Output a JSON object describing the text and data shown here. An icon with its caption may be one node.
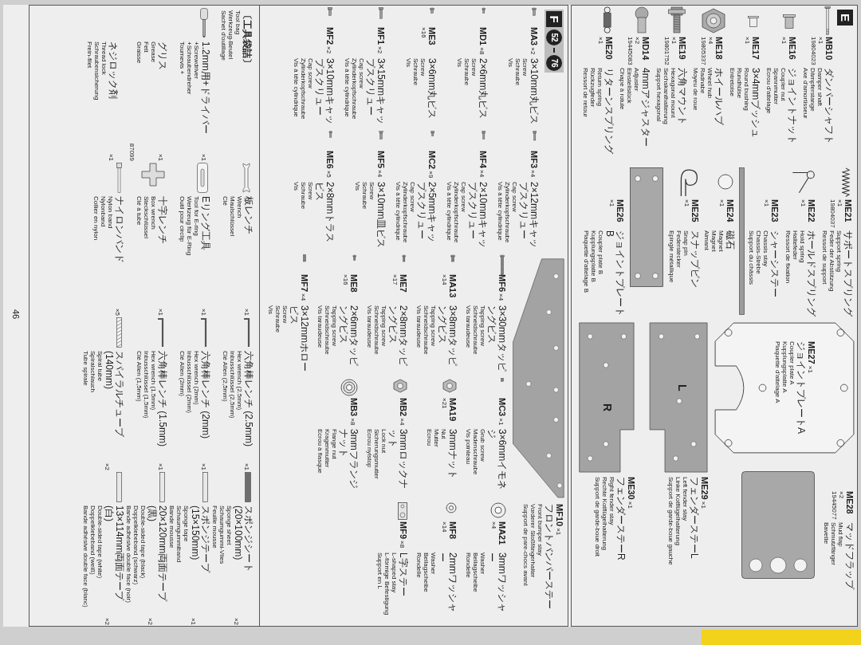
{
  "diagram": {
    "nodes": [
      {
        "text": [
          "E"
        ]
      },
      {
        "text": [
          "F",
          "52",
          "76"
        ]
      },
      {
        "text": [
          "〔工具袋詰〕",
          "Tool bag",
          "Werkzeug-Beutel",
          "Sachet d'outillage"
        ],
        "in": 1
      }
    ],
    "labels": [
      "MB10",
      "×1",
      "19804023",
      "ダンパーシャフト",
      "Damper shaft",
      "Dämpferstange",
      "Axe d'amortisseur",
      "ME16",
      "×1",
      "ジョイントナット",
      "Coupler nut",
      "Spannmutter",
      "Ecrou d'attelage",
      "ME17",
      "×1",
      "3×4mmブッシュ",
      "Round bushing",
      "Rundhülse",
      "Entretoise",
      "ME18",
      "×4",
      "19805337",
      "ホイールハブ",
      "Wheel hub",
      "Radnabe",
      "Moyeu de roue",
      "ME19",
      "×1",
      "19801752",
      "六角マウント",
      "Hexagonal mount",
      "Sechskanthalterung",
      "Support hexagonal",
      "MD14",
      "×2",
      "19445083",
      "4mmアジャスター",
      "Adjuster",
      "Einstellstück",
      "Chape à rotule",
      "ME20",
      "×1",
      "リターンスプリング",
      "Return spring",
      "Rückzugfeder",
      "Ressort de retour",
      "ME21",
      "×1",
      "19804037",
      "サポートスプリング",
      "Support spring",
      "Feder der Abstützung",
      "Ressort de support",
      "ME22",
      "×1",
      "ホールドスプリング",
      "Hold spring",
      "Haltefeder",
      "Ressort de fixation",
      "ME23",
      "×1",
      "シャーシステー",
      "Chassis stay",
      "Chassis-Strebe",
      "Support du châssis",
      "ME24",
      "×1",
      "磁石",
      "Magnet",
      "Magnet",
      "Aimant",
      "ME25",
      "×1",
      "スナップピン",
      "Snap pin",
      "Federstecker",
      "Epingle métallique",
      "ME26",
      "×1",
      "ジョイントプレートB",
      "Coupler plate B",
      "Kupplungsplatte B",
      "Plaquette d'attelage B",
      "ME27",
      "×1",
      "ジョイントプレートA",
      "Coupler plate A",
      "Kupplungsplatte A",
      "Plaquette d'attelage A",
      "ME28",
      "×2",
      "19445077",
      "マッドフラップ",
      "Mud flap",
      "Schmutzfänger",
      "Bavette",
      "ME29",
      "×1",
      "フェンダーステーL",
      "Left fender stay",
      "Linke Kotflügelhalterung",
      "Support de garde-boue gauche",
      "L",
      "ME30",
      "×1",
      "フェンダーステーR",
      "Right fender stay",
      "Rechte Kotflügelhalterung",
      "Support de garde-boue droit",
      "R",
      "MA3",
      "×2",
      "3×10mm丸ビス",
      "Screw",
      "Schraube",
      "Vis",
      "MD1",
      "×8",
      "2×6mm丸ビス",
      "Screw",
      "Schraube",
      "Vis",
      "ME3",
      "×16",
      "3×6mm丸ビス",
      "Screw",
      "Schraube",
      "Vis",
      "MF1",
      "×2",
      "3×15mmキャップスクリュー",
      "Cap screw",
      "Zylinderkopfschraube",
      "Vis à tête cylindrique",
      "MF2",
      "×2",
      "3×10mmキャップスクリュー",
      "Cap screw",
      "Zylinderkopfschraube",
      "Vis à tête cylindrique",
      "MF3",
      "×4",
      "2×12mmキャップスクリュー",
      "Cap screw",
      "Zylinderkopfschraube",
      "Vis à tête cylindrique",
      "MF4",
      "×4",
      "2×10mmキャップスクリュー",
      "Cap screw",
      "Zylinderkopfschraube",
      "Vis à tête cylindrique",
      "MC2",
      "×9",
      "2×5mmキャップスクリュー",
      "Cap screw",
      "Zylinderkopfschraube",
      "Vis à tête cylindrique",
      "MF5",
      "×4",
      "3×10mm皿ビス",
      "Screw",
      "Schraube",
      "Vis",
      "ME6",
      "×5",
      "2×8mmトラスビス",
      "Screw",
      "Schraube",
      "Vis",
      "MF10",
      "×1",
      "フロントバンパーステー",
      "Front bumper stay",
      "Vorderer Stoßfängerhalter",
      "Support de pare-chocs avant",
      "MF6",
      "×4",
      "3×30mmタッピングビス",
      "Tapping screw",
      "Schneidschraube",
      "Vis taraudeuse",
      "MA13",
      "×14",
      "3×8mmタッピングビス",
      "Tapping screw",
      "Schneidschraube",
      "Vis taraudeuse",
      "ME7",
      "×17",
      "2×8mmタッピングビス",
      "Tapping screw",
      "Schneidschraube",
      "Vis taraudeuse",
      "ME8",
      "×16",
      "2×6mmタッピングビス",
      "Tapping screw",
      "Schneidschraube",
      "Vis taraudeuse",
      "MF7",
      "×4",
      "3×12mmホローピス",
      "Screw",
      "Schraube",
      "Vis",
      "MC3",
      "×1",
      "3×6mmイモネジ",
      "Grub screw",
      "Madenschraube",
      "Vis pointeau",
      "MA19",
      "×21",
      "3mmナット",
      "Nut",
      "Mutter",
      "Ecrou",
      "MB2",
      "×4",
      "3mmロックナット",
      "Lock nut",
      "Sicherungsmutter",
      "Ecrou nylstop",
      "MB3",
      "×8",
      "3mmフランジナット",
      "Flange nut",
      "Kragenmutter",
      "Ecrou à flasque",
      "MA21",
      "×4",
      "3mmワッシャー",
      "Washer",
      "Beilagscheibe",
      "Rondelle",
      "MF8",
      "×14",
      "2mmワッシャー",
      "Washer",
      "Beilagscheibe",
      "Rondelle",
      "MF9",
      "×8",
      "L字ステー",
      "L-shaped stay",
      "L-förmige Befestigung",
      "Support en L",
      "1.2mm用+ドライバー",
      "×1",
      "+Screwdriver",
      "+Schraubendreher",
      "Tournevis +",
      "グリス",
      "×1",
      "87099",
      "Grease",
      "Fett",
      "Graisse",
      "ネジロック剤",
      "×1",
      "Thread lock",
      "Schraubensicherung",
      "Frein-filet",
      "板レンチ",
      "×1",
      "Wrench",
      "Maulschlüssel",
      "Clé",
      "Eリング工具",
      "×1",
      "Tool for E-ring",
      "Werkzeug für E-Ring",
      "Outil pour circlip",
      "十字レンチ",
      "×1",
      "Box wrench",
      "Steckschlüssel",
      "Clé à tube",
      "ナイロンバンド",
      "×5",
      "Nylon band",
      "Nylonband",
      "Collier en nylon",
      "六角棒レンチ (2.5mm)",
      "×1",
      "Hex wrench (2.5mm)",
      "Inbusschlüssel (2,5mm)",
      "Clé Allen (2,5mm)",
      "六角棒レンチ (2mm)",
      "×1",
      "Hex wrench (2mm)",
      "Inbusschlüssel (2mm)",
      "Clé Allen (2mm)",
      "六角棒レンチ (1.5mm)",
      "×1",
      "Hex wrench (1.5mm)",
      "Inbusschlüssel (1,5mm)",
      "Clé Allen (1,5mm)",
      "スパイラルチューブ (140mm)",
      "×2",
      "Spiral tube",
      "Spiralschlauch",
      "Tube spirale",
      "スポンジシート (20×100mm)",
      "×2",
      "Sponge sheet",
      "Schaumgummi-Vlies",
      "Feuille mousse",
      "スポンジテープ (15×150mm)",
      "×1",
      "Sponge tape",
      "Schaumgummiband",
      "Bande mousse",
      "20×120mm両面テープ (黒)",
      "×2",
      "Double-sided tape (black)",
      "Doppelklebeband (schwarz)",
      "Bande adhésive double face (noir)",
      "13×114mm両面テープ (白)",
      "×2",
      "Double-sided tape (white)",
      "Doppelklebeband (weiß)",
      "Bande adhésive double face (blanc)",
      "46"
    ]
  }
}
